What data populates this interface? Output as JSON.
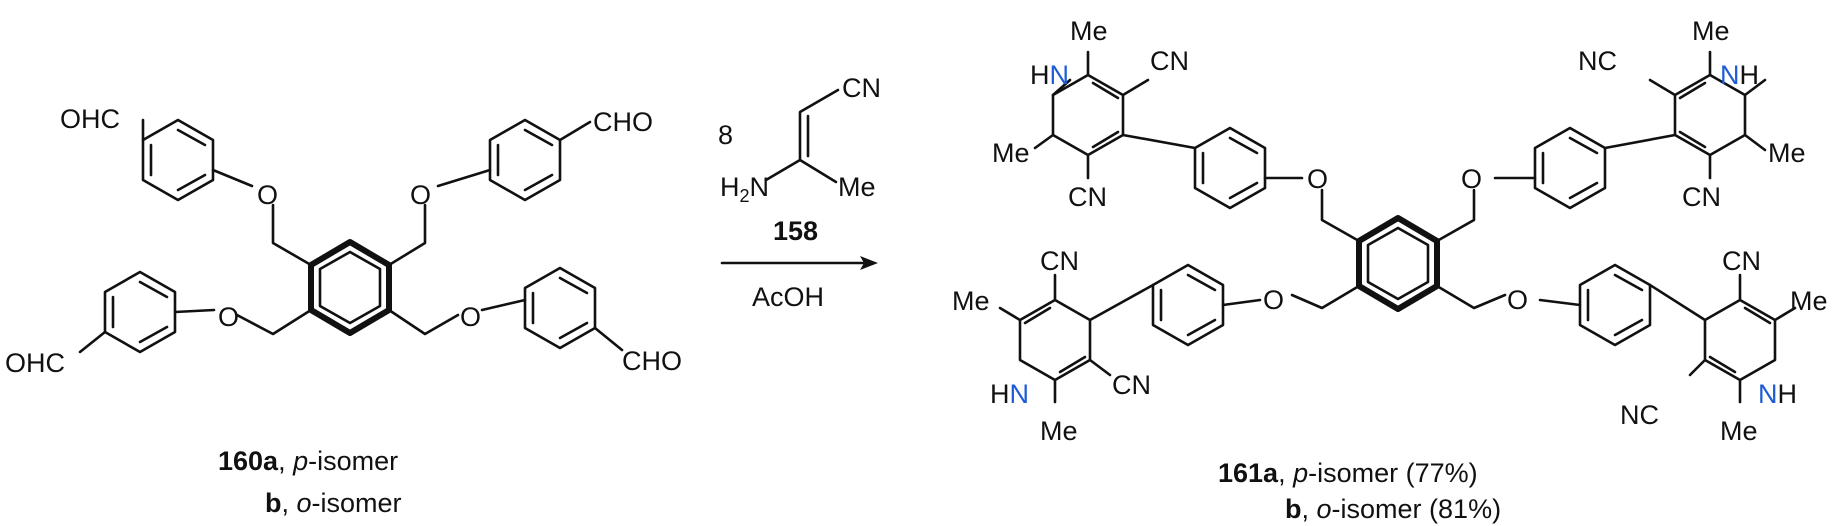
{
  "colors": {
    "core_fill": "#c9f0a0",
    "nitrogen": "#1f5bd6",
    "ink": "#111111"
  },
  "reactant": {
    "cho": "CHO",
    "ohc": "OHC",
    "o": "O",
    "label_id": "160a",
    "label_p_italic": "p",
    "label_rest": "-isomer",
    "label2_id": "b",
    "label2_o_italic": "o",
    "label2_rest": "-isomer"
  },
  "reagent": {
    "equiv": "8",
    "cn": "CN",
    "h2n_h": "H",
    "h2n_sub": "2",
    "h2n_n": "N",
    "me": "Me",
    "id": "158",
    "conditions": "AcOH"
  },
  "product": {
    "me": "Me",
    "cn": "CN",
    "nc": "NC",
    "h": "H",
    "n": "N",
    "o": "O",
    "label_id": "161a",
    "label_p_italic": "p",
    "label_rest": "-isomer (77%)",
    "label2_id": "b",
    "label2_o_italic": "o",
    "label2_rest": "-isomer (81%)"
  }
}
